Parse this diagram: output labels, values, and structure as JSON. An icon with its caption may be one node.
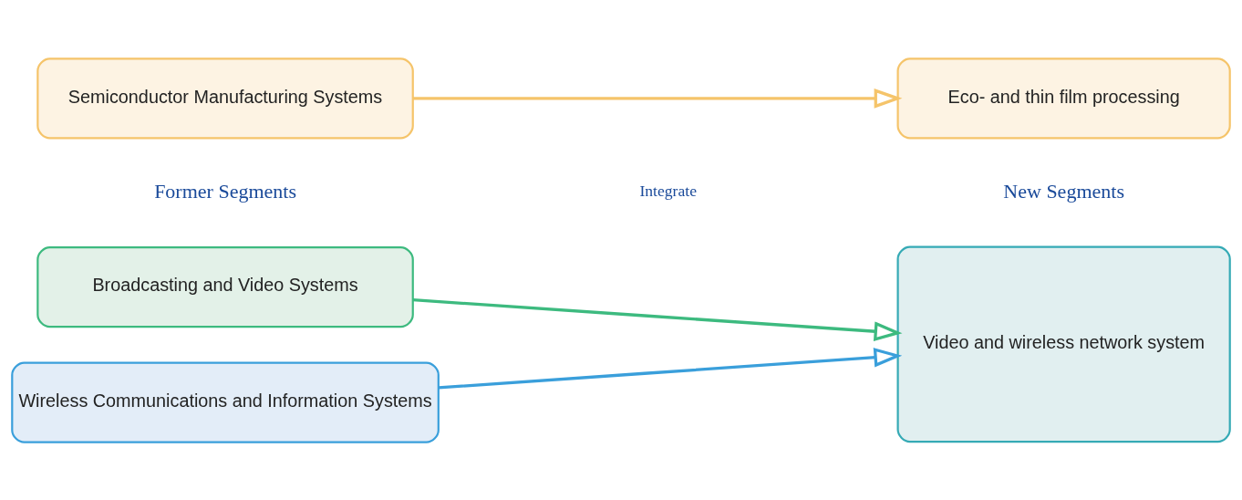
{
  "diagram": {
    "nodes": [
      {
        "text": [
          "Wireless Communications and Information Systems"
        ]
      },
      {
        "text": [
          "Broadcasting and Video Systems"
        ]
      },
      {
        "text": [
          "Semiconductor Manufacturing Systems"
        ]
      },
      {
        "text": [
          "Video and wireless network system"
        ]
      },
      {
        "text": [
          "Eco- and thin film processing"
        ]
      }
    ],
    "edges": [
      {
        "from": 0,
        "to": 3,
        "arrow": "to",
        "color": "#3a9fdb"
      },
      {
        "from": 1,
        "to": 3,
        "arrow": "to",
        "color": "#3dba7f"
      },
      {
        "from": 2,
        "to": 4,
        "arrow": "to",
        "color": "#f5c46a"
      }
    ],
    "labels": [
      "Former Segments",
      "New Segments",
      "Integrate"
    ]
  }
}
